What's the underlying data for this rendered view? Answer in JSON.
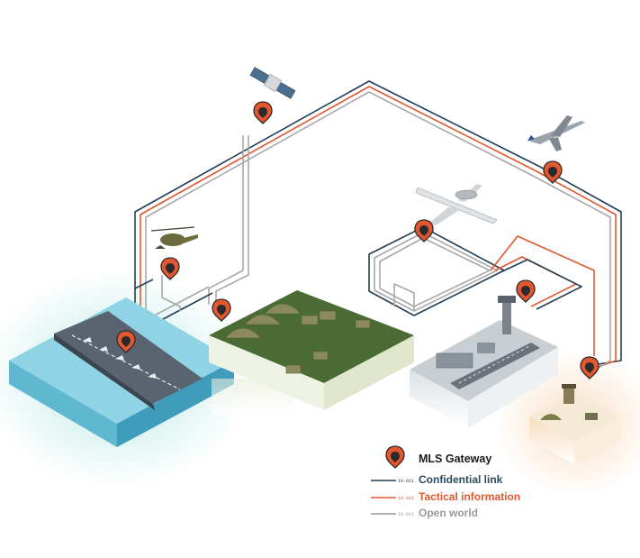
{
  "legend": {
    "gateway_label": "MLS Gateway",
    "items": [
      {
        "label": "Confidential link",
        "color": "#233d52"
      },
      {
        "label": "Tactical information",
        "color": "#e2572e"
      },
      {
        "label": "Open world",
        "color": "#9a9a9a"
      }
    ],
    "line_code": "10-011"
  },
  "colors": {
    "confidential": "#233d52",
    "tactical": "#e2572e",
    "open": "#a8a8a8",
    "gateway_fill": "#e2572e",
    "sea": "#86d0e2",
    "grass": "#4a6b33",
    "airbase": "#bfc5ca",
    "desert": "#f5e6cf"
  },
  "icons": [
    "satellite-icon",
    "fighter-jet-icon",
    "awacs-plane-icon",
    "helicopter-icon",
    "aircraft-carrier-icon",
    "military-camp-icon",
    "airbase-icon",
    "outpost-icon",
    "gateway-icon"
  ]
}
